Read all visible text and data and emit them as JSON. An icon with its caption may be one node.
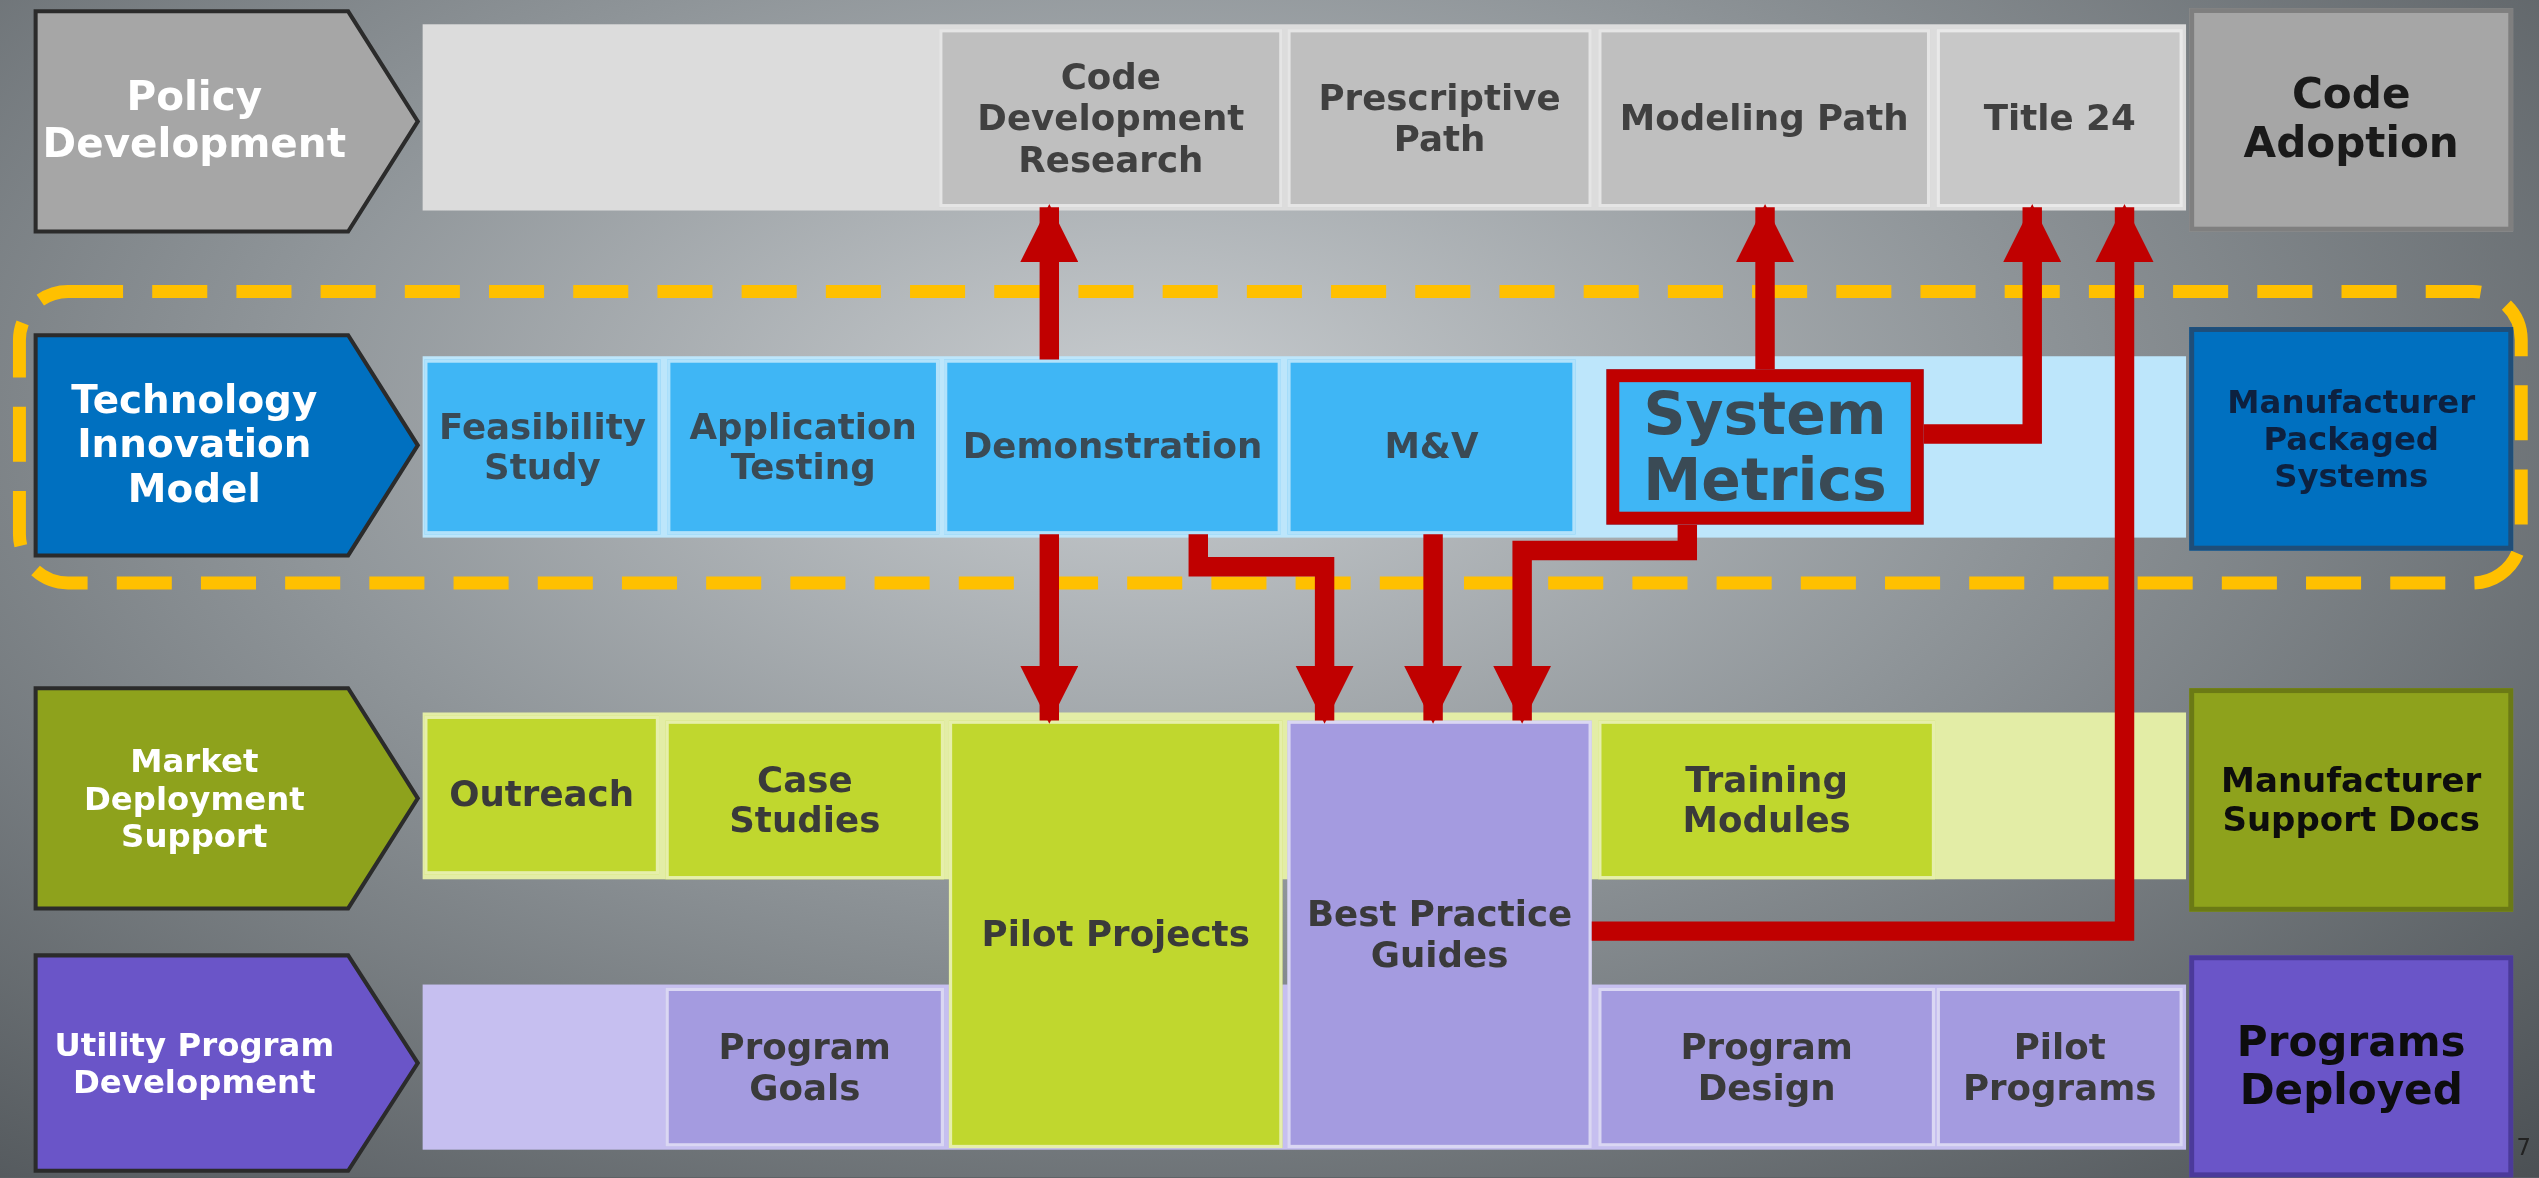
{
  "diagram": {
    "nodes": [
      {
        "text": [
          "Policy Development"
        ]
      },
      {
        "text": [
          "Code Development Research"
        ]
      },
      {
        "text": [
          "Prescriptive Path"
        ]
      },
      {
        "text": [
          "Modeling Path"
        ]
      },
      {
        "text": [
          "Title 24"
        ]
      },
      {
        "text": [
          "Code Adoption"
        ]
      },
      {
        "text": [
          "Technology Innovation Model"
        ]
      },
      {
        "text": [
          "Feasibility Study"
        ]
      },
      {
        "text": [
          "Application Testing"
        ]
      },
      {
        "text": [
          "Demonstration"
        ]
      },
      {
        "text": [
          "M&V"
        ]
      },
      {
        "text": [
          "System Metrics"
        ]
      },
      {
        "text": [
          "Manufacturer Packaged Systems"
        ]
      },
      {
        "text": [
          "Market Deployment Support"
        ]
      },
      {
        "text": [
          "Outreach"
        ]
      },
      {
        "text": [
          "Case Studies"
        ]
      },
      {
        "text": [
          "Pilot Projects"
        ]
      },
      {
        "text": [
          "Best Practice Guides"
        ]
      },
      {
        "text": [
          "Training Modules"
        ]
      },
      {
        "text": [
          "Manufacturer Support Docs"
        ]
      },
      {
        "text": [
          "Utility Program Development"
        ]
      },
      {
        "text": [
          "Program Goals"
        ]
      },
      {
        "text": [
          "Program Design"
        ]
      },
      {
        "text": [
          "Pilot Programs"
        ]
      },
      {
        "text": [
          "Programs Deployed"
        ]
      }
    ],
    "edges": [
      {
        "from": 9,
        "to": 1,
        "arrow": "to"
      },
      {
        "from": 11,
        "to": 3,
        "arrow": "to"
      },
      {
        "from": 11,
        "to": 4,
        "arrow": "to"
      },
      {
        "from": 9,
        "to": 16,
        "arrow": "to"
      },
      {
        "from": 9,
        "to": 17,
        "arrow": "to"
      },
      {
        "from": 10,
        "to": 17,
        "arrow": "to"
      },
      {
        "from": 11,
        "to": 17,
        "arrow": "to"
      },
      {
        "from": 17,
        "to": 4,
        "arrow": "to"
      }
    ],
    "labels": [
      "7"
    ]
  }
}
